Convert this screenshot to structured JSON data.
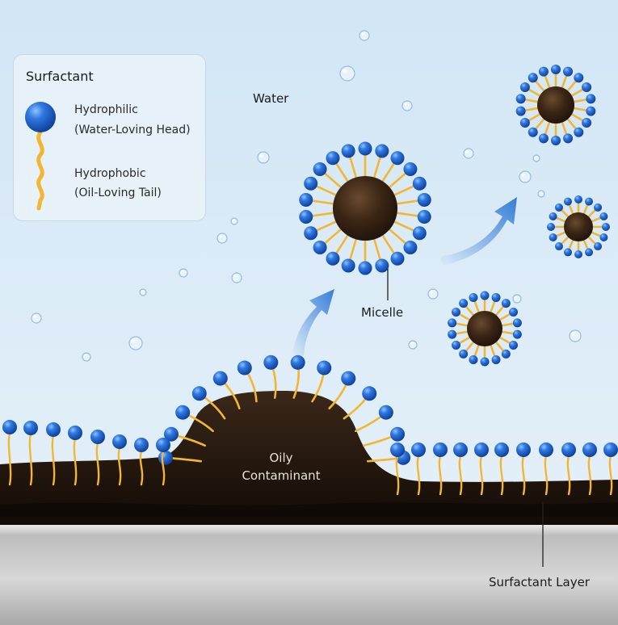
{
  "legend": {
    "title": "Surfactant",
    "hydrophilic": "Hydrophilic",
    "hydrophilic_sub": "(Water-Loving Head)",
    "hydrophobic": "Hydrophobic",
    "hydrophobic_sub": "(Oil-Loving Tail)"
  },
  "labels": {
    "water": "Water",
    "micelle": "Micelle",
    "oily_contaminant": "Oily Contaminant",
    "surfactant_layer": "Surfactant Layer"
  },
  "colors": {
    "water": "#d9ebf7",
    "head_blue": "#1f5fc4",
    "tail_gold": "#f2b633",
    "oil": "#2a1c12",
    "metal": "#c4c4c4",
    "arrow_blue": "#2c78d6"
  },
  "icons": [
    "surfactant-molecule-icon",
    "water-bubble-icon",
    "flow-arrow-icon"
  ]
}
